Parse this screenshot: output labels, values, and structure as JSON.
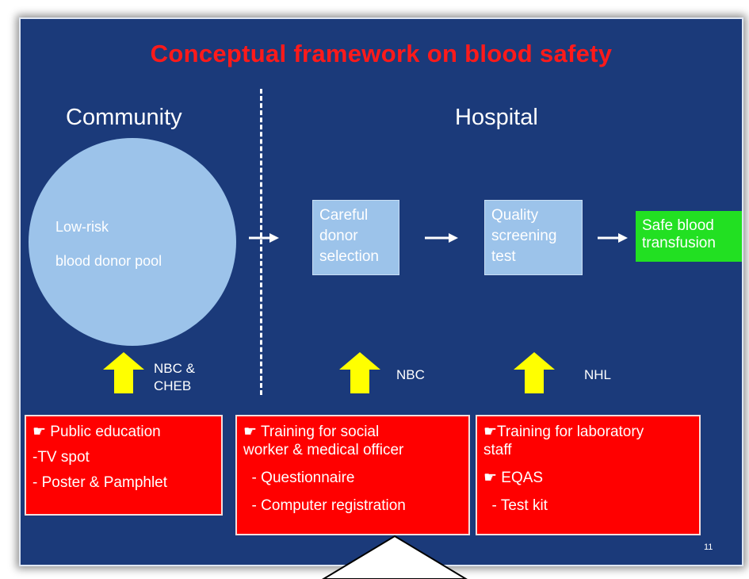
{
  "title": "Conceptual framework on blood safety",
  "sections": {
    "community": "Community",
    "hospital": "Hospital"
  },
  "pool": {
    "line1": "Low-risk",
    "line2": "blood donor pool"
  },
  "steps": {
    "donor": [
      "Careful",
      "donor",
      "selection"
    ],
    "screening": [
      "Quality",
      "screening",
      "test"
    ],
    "safe": [
      "Safe blood",
      "transfusion"
    ]
  },
  "agencies": {
    "community": [
      "NBC &",
      "CHEB"
    ],
    "donor": "NBC",
    "screening": "NHL"
  },
  "interventions": {
    "community": [
      "☛ Public education",
      " -TV spot",
      " - Poster & Pamphlet"
    ],
    "donor": [
      "☛ Training for social",
      "worker & medical officer",
      "  - Questionnaire",
      "  - Computer registration"
    ],
    "screening": [
      "☛Training for laboratory",
      "staff",
      "☛ EQAS",
      "  - Test kit"
    ]
  },
  "slide_number": "11",
  "colors": {
    "background": "#1b3a7a",
    "title": "#ff1a1a",
    "light_blue": "#9cc3ea",
    "green": "#22e022",
    "red": "#ff0000",
    "arrow_yellow": "#ffff00"
  }
}
